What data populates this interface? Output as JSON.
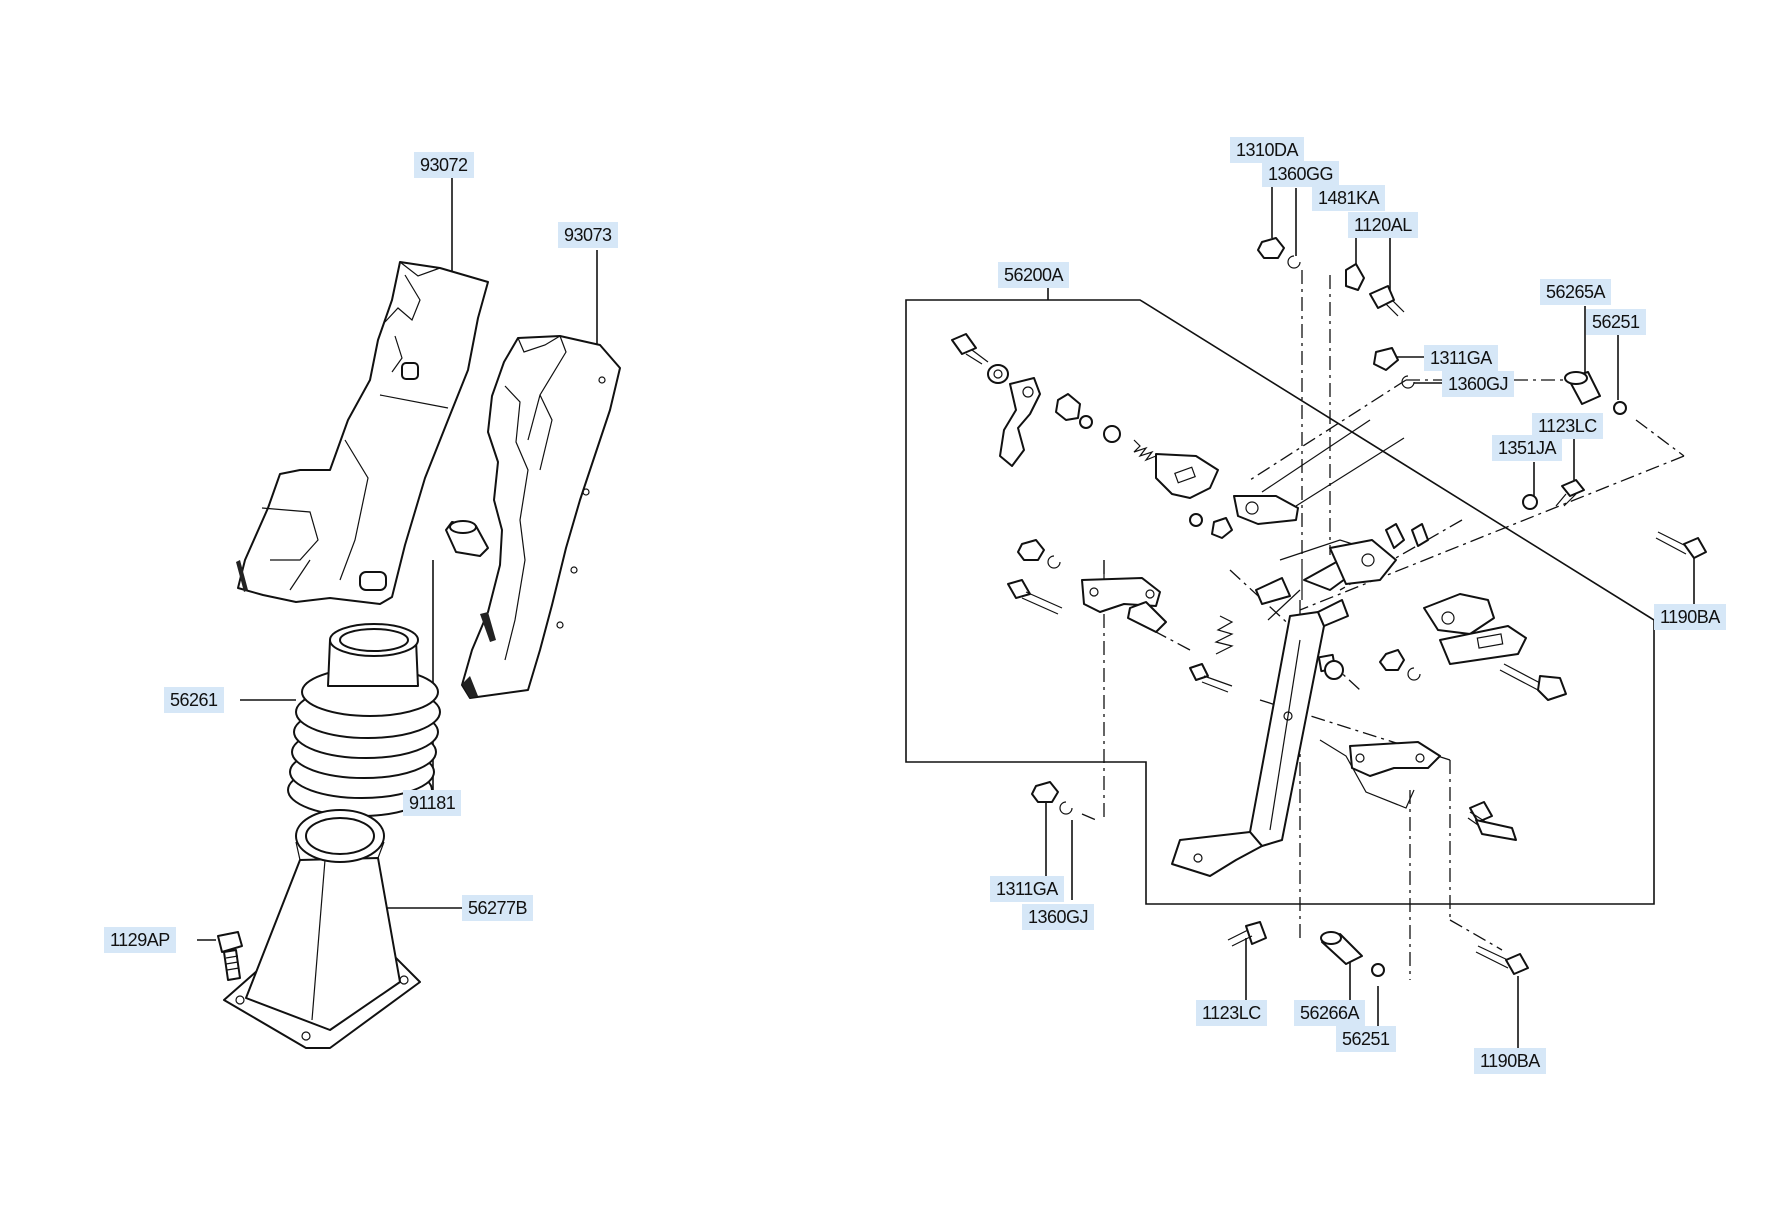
{
  "labels": {
    "l93072": "93072",
    "l93073": "93073",
    "l56261": "56261",
    "l91181": "91181",
    "l56277B": "56277B",
    "l1129AP": "1129AP",
    "l56200A": "56200A",
    "l1310DA": "1310DA",
    "l1360GG": "1360GG",
    "l1481KA": "1481KA",
    "l1120AL": "1120AL",
    "l56265A": "56265A",
    "l56251_top": "56251",
    "l1311GA_top": "1311GA",
    "l1360GJ_top": "1360GJ",
    "l1123LC_top": "1123LC",
    "l1351JA": "1351JA",
    "l1190BA_right": "1190BA",
    "l1311GA_bottom": "1311GA",
    "l1360GJ_bottom": "1360GJ",
    "l1123LC_bottom": "1123LC",
    "l56266A": "56266A",
    "l56251_bottom": "56251",
    "l1190BA_bottom": "1190BA"
  },
  "colors": {
    "label_background": "#d6e7f7",
    "line": "#111111",
    "background": "#ffffff"
  }
}
